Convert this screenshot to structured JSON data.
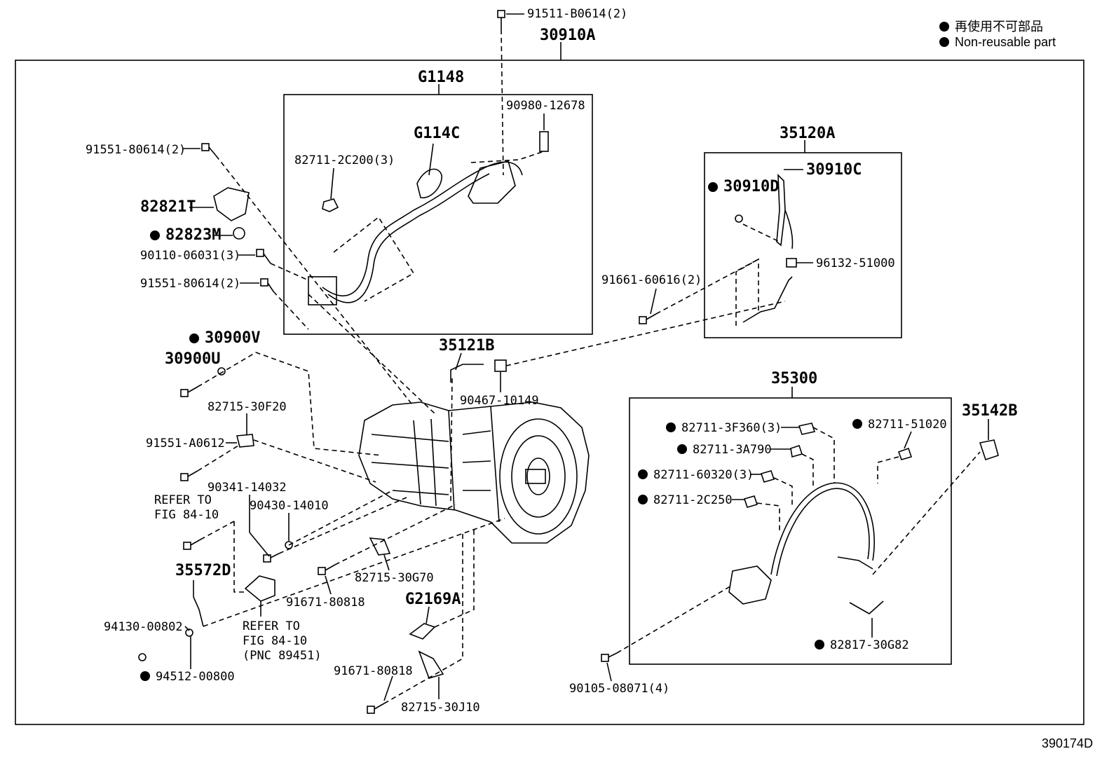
{
  "legend": {
    "jp": "再使用不可部品",
    "en": "Non-reusable part"
  },
  "figure_id": "390174D",
  "labels": [
    {
      "id": "l1",
      "text": "91511-B0614(2)",
      "nr": false,
      "big": false
    },
    {
      "id": "l2",
      "text": "30910A",
      "nr": false,
      "big": true
    },
    {
      "id": "l3",
      "text": "G1148",
      "nr": false,
      "big": true
    },
    {
      "id": "l4",
      "text": "90980-12678",
      "nr": false,
      "big": false
    },
    {
      "id": "l5",
      "text": "G114C",
      "nr": false,
      "big": true
    },
    {
      "id": "l6",
      "text": "82711-2C200(3)",
      "nr": false,
      "big": false
    },
    {
      "id": "l7",
      "text": "91551-80614(2)",
      "nr": false,
      "big": false
    },
    {
      "id": "l8",
      "text": "82821T",
      "nr": false,
      "big": true
    },
    {
      "id": "l9",
      "text": "82823M",
      "nr": true,
      "big": true
    },
    {
      "id": "l10",
      "text": "90110-06031(3)",
      "nr": false,
      "big": false
    },
    {
      "id": "l11",
      "text": "91551-80614(2)",
      "nr": false,
      "big": false
    },
    {
      "id": "l12",
      "text": "35120A",
      "nr": false,
      "big": true
    },
    {
      "id": "l13",
      "text": "30910C",
      "nr": false,
      "big": true
    },
    {
      "id": "l14",
      "text": "30910D",
      "nr": true,
      "big": true
    },
    {
      "id": "l15",
      "text": "96132-51000",
      "nr": false,
      "big": false
    },
    {
      "id": "l16",
      "text": "91661-60616(2)",
      "nr": false,
      "big": false
    },
    {
      "id": "l17",
      "text": "30900V",
      "nr": true,
      "big": true
    },
    {
      "id": "l18",
      "text": "30900U",
      "nr": false,
      "big": true
    },
    {
      "id": "l19",
      "text": "35121B",
      "nr": false,
      "big": true
    },
    {
      "id": "l20",
      "text": "90467-10149",
      "nr": false,
      "big": false
    },
    {
      "id": "l21",
      "text": "82715-30F20",
      "nr": false,
      "big": false
    },
    {
      "id": "l22",
      "text": "91551-A0612",
      "nr": false,
      "big": false
    },
    {
      "id": "l23",
      "text": "90341-14032",
      "nr": false,
      "big": false
    },
    {
      "id": "l24",
      "text": "90430-14010",
      "nr": false,
      "big": false
    },
    {
      "id": "l25",
      "text": "35572D",
      "nr": false,
      "big": true
    },
    {
      "id": "l26",
      "text": "82715-30G70",
      "nr": false,
      "big": false
    },
    {
      "id": "l27",
      "text": "91671-80818",
      "nr": false,
      "big": false
    },
    {
      "id": "l28",
      "text": "G2169A",
      "nr": false,
      "big": true
    },
    {
      "id": "l29",
      "text": "94130-00802",
      "nr": false,
      "big": false
    },
    {
      "id": "l30",
      "text": "94512-00800",
      "nr": true,
      "big": false
    },
    {
      "id": "l31",
      "text": "91671-80818",
      "nr": false,
      "big": false
    },
    {
      "id": "l32",
      "text": "82715-30J10",
      "nr": false,
      "big": false
    },
    {
      "id": "l33",
      "text": "35300",
      "nr": false,
      "big": true
    },
    {
      "id": "l34",
      "text": "35142B",
      "nr": false,
      "big": true
    },
    {
      "id": "l35",
      "text": "82711-3F360(3)",
      "nr": true,
      "big": false
    },
    {
      "id": "l36",
      "text": "82711-51020",
      "nr": true,
      "big": false
    },
    {
      "id": "l37",
      "text": "82711-3A790",
      "nr": true,
      "big": false
    },
    {
      "id": "l38",
      "text": "82711-60320(3)",
      "nr": true,
      "big": false
    },
    {
      "id": "l39",
      "text": "82711-2C250",
      "nr": true,
      "big": false
    },
    {
      "id": "l40",
      "text": "82817-30G82",
      "nr": true,
      "big": false
    },
    {
      "id": "l41",
      "text": "90105-08071(4)",
      "nr": false,
      "big": false
    }
  ],
  "notes": [
    {
      "id": "n1",
      "text": "REFER TO\nFIG 84-10"
    },
    {
      "id": "n2",
      "text": "REFER TO\nFIG 84-10\n(PNC 89451)"
    }
  ]
}
